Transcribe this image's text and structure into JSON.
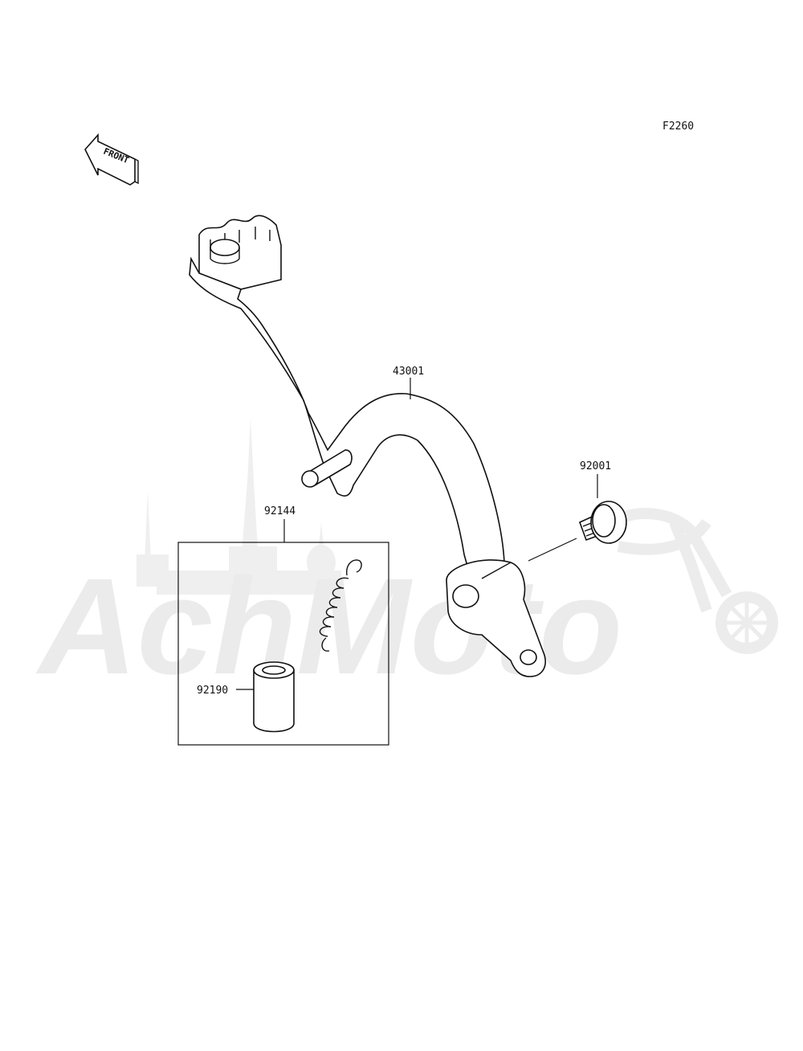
{
  "figure_code": "F2260",
  "front_label": "FRONT",
  "watermark": "AchMoto",
  "parts": {
    "brake_pedal": "43001",
    "bolt": "92001",
    "spring_kit": "92144",
    "collar": "92190"
  },
  "colors": {
    "line": "#111111",
    "watermark": "#ebebeb",
    "background": "#ffffff"
  }
}
